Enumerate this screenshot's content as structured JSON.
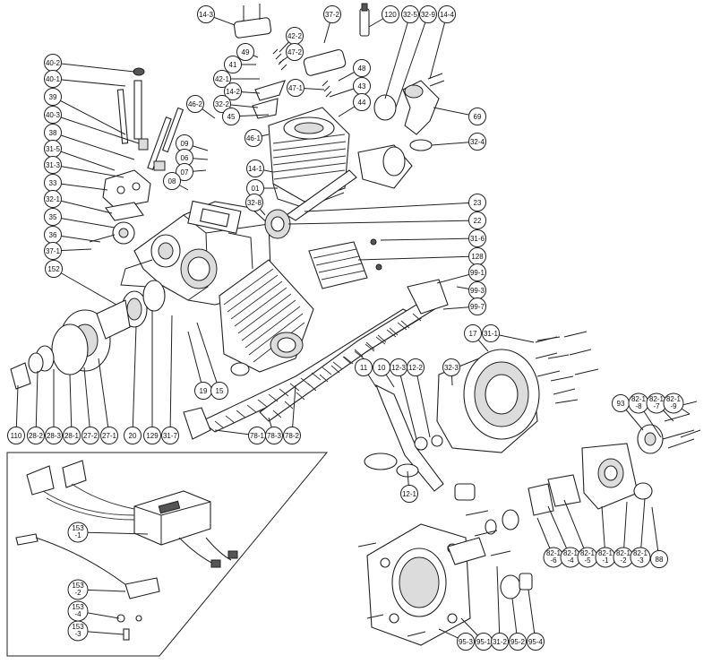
{
  "callouts": [
    {
      "id": "c-14-3",
      "lines": [
        "14-3"
      ]
    },
    {
      "id": "c-37-2",
      "lines": [
        "37-2"
      ]
    },
    {
      "id": "c-120",
      "lines": [
        "120"
      ]
    },
    {
      "id": "c-32-5",
      "lines": [
        "32-5"
      ]
    },
    {
      "id": "c-32-9",
      "lines": [
        "32-9"
      ]
    },
    {
      "id": "c-14-4",
      "lines": [
        "14-4"
      ]
    },
    {
      "id": "c-42-2",
      "lines": [
        "42-2"
      ]
    },
    {
      "id": "c-49",
      "lines": [
        "49"
      ]
    },
    {
      "id": "c-47-2",
      "lines": [
        "47-2"
      ]
    },
    {
      "id": "c-41",
      "lines": [
        "41"
      ]
    },
    {
      "id": "c-42-1",
      "lines": [
        "42-1"
      ]
    },
    {
      "id": "c-48",
      "lines": [
        "48"
      ]
    },
    {
      "id": "c-43",
      "lines": [
        "43"
      ]
    },
    {
      "id": "c-44",
      "lines": [
        "44"
      ]
    },
    {
      "id": "c-47-1",
      "lines": [
        "47-1"
      ]
    },
    {
      "id": "c-14-2",
      "lines": [
        "14-2"
      ]
    },
    {
      "id": "c-32-2",
      "lines": [
        "32-2"
      ]
    },
    {
      "id": "c-45",
      "lines": [
        "45"
      ]
    },
    {
      "id": "c-46-2",
      "lines": [
        "46-2"
      ]
    },
    {
      "id": "c-46-1",
      "lines": [
        "46-1"
      ]
    },
    {
      "id": "c-69",
      "lines": [
        "69"
      ]
    },
    {
      "id": "c-32-4",
      "lines": [
        "32-4"
      ]
    },
    {
      "id": "c-40-2",
      "lines": [
        "40-2"
      ]
    },
    {
      "id": "c-40-1",
      "lines": [
        "40-1"
      ]
    },
    {
      "id": "c-39",
      "lines": [
        "39"
      ]
    },
    {
      "id": "c-40-3",
      "lines": [
        "40-3"
      ]
    },
    {
      "id": "c-38",
      "lines": [
        "38"
      ]
    },
    {
      "id": "c-31-5",
      "lines": [
        "31-5"
      ]
    },
    {
      "id": "c-31-3",
      "lines": [
        "31-3"
      ]
    },
    {
      "id": "c-33",
      "lines": [
        "33"
      ]
    },
    {
      "id": "c-32-1",
      "lines": [
        "32-1"
      ]
    },
    {
      "id": "c-35",
      "lines": [
        "35"
      ]
    },
    {
      "id": "c-36",
      "lines": [
        "36"
      ]
    },
    {
      "id": "c-37-1",
      "lines": [
        "37-1"
      ]
    },
    {
      "id": "c-09",
      "lines": [
        "09"
      ]
    },
    {
      "id": "c-06",
      "lines": [
        "06"
      ]
    },
    {
      "id": "c-07",
      "lines": [
        "07"
      ]
    },
    {
      "id": "c-08",
      "lines": [
        "08"
      ]
    },
    {
      "id": "c-14-1",
      "lines": [
        "14-1"
      ]
    },
    {
      "id": "c-01",
      "lines": [
        "01"
      ]
    },
    {
      "id": "c-32-8",
      "lines": [
        "32-8"
      ]
    },
    {
      "id": "c-23",
      "lines": [
        "23"
      ]
    },
    {
      "id": "c-22",
      "lines": [
        "22"
      ]
    },
    {
      "id": "c-31-6",
      "lines": [
        "31-6"
      ]
    },
    {
      "id": "c-128",
      "lines": [
        "128"
      ]
    },
    {
      "id": "c-99-1",
      "lines": [
        "99-1"
      ]
    },
    {
      "id": "c-99-3",
      "lines": [
        "99-3"
      ]
    },
    {
      "id": "c-99-7",
      "lines": [
        "99-7"
      ]
    },
    {
      "id": "c-152",
      "lines": [
        "152"
      ]
    },
    {
      "id": "c-17",
      "lines": [
        "17"
      ]
    },
    {
      "id": "c-31-1",
      "lines": [
        "31-1"
      ]
    },
    {
      "id": "c-11",
      "lines": [
        "11"
      ]
    },
    {
      "id": "c-10",
      "lines": [
        "10"
      ]
    },
    {
      "id": "c-12-3",
      "lines": [
        "12-3"
      ]
    },
    {
      "id": "c-12-2",
      "lines": [
        "12-2"
      ]
    },
    {
      "id": "c-32-3",
      "lines": [
        "32-3"
      ]
    },
    {
      "id": "c-19",
      "lines": [
        "19"
      ]
    },
    {
      "id": "c-15",
      "lines": [
        "15"
      ]
    },
    {
      "id": "c-93",
      "lines": [
        "93"
      ]
    },
    {
      "id": "c-82-1-8",
      "lines": [
        "82-1",
        "-8"
      ]
    },
    {
      "id": "c-82-1-7",
      "lines": [
        "82-1",
        "-7"
      ]
    },
    {
      "id": "c-82-1-9",
      "lines": [
        "82-1",
        "-9"
      ]
    },
    {
      "id": "c-110",
      "lines": [
        "110"
      ]
    },
    {
      "id": "c-28-2",
      "lines": [
        "28-2"
      ]
    },
    {
      "id": "c-28-3",
      "lines": [
        "28-3"
      ]
    },
    {
      "id": "c-28-1",
      "lines": [
        "28-1"
      ]
    },
    {
      "id": "c-27-2",
      "lines": [
        "27-2"
      ]
    },
    {
      "id": "c-27-1",
      "lines": [
        "27-1"
      ]
    },
    {
      "id": "c-20",
      "lines": [
        "20"
      ]
    },
    {
      "id": "c-129",
      "lines": [
        "129"
      ]
    },
    {
      "id": "c-31-7",
      "lines": [
        "31-7"
      ]
    },
    {
      "id": "c-78-1",
      "lines": [
        "78-1"
      ]
    },
    {
      "id": "c-78-3",
      "lines": [
        "78-3"
      ]
    },
    {
      "id": "c-78-2",
      "lines": [
        "78-2"
      ]
    },
    {
      "id": "c-12-1",
      "lines": [
        "12-1"
      ]
    },
    {
      "id": "c-153-1",
      "lines": [
        "153",
        "-1"
      ]
    },
    {
      "id": "c-153-2",
      "lines": [
        "153",
        "-2"
      ]
    },
    {
      "id": "c-153-4",
      "lines": [
        "153",
        "-4"
      ]
    },
    {
      "id": "c-153-3",
      "lines": [
        "153",
        "-3"
      ]
    },
    {
      "id": "c-82-1-6",
      "lines": [
        "82-1",
        "-6"
      ]
    },
    {
      "id": "c-82-1-4",
      "lines": [
        "82-1",
        "-4"
      ]
    },
    {
      "id": "c-82-1-5",
      "lines": [
        "82-1",
        "-5"
      ]
    },
    {
      "id": "c-82-1-1",
      "lines": [
        "82-1",
        "-1"
      ]
    },
    {
      "id": "c-82-1-2",
      "lines": [
        "82-1",
        "-2"
      ]
    },
    {
      "id": "c-82-1-3",
      "lines": [
        "82-1",
        "-3"
      ]
    },
    {
      "id": "c-88",
      "lines": [
        "88"
      ]
    },
    {
      "id": "c-95-3",
      "lines": [
        "95-3"
      ]
    },
    {
      "id": "c-95-1",
      "lines": [
        "95-1"
      ]
    },
    {
      "id": "c-31-2",
      "lines": [
        "31-2"
      ]
    },
    {
      "id": "c-95-2",
      "lines": [
        "95-2"
      ]
    },
    {
      "id": "c-95-4",
      "lines": [
        "95-4"
      ]
    }
  ]
}
